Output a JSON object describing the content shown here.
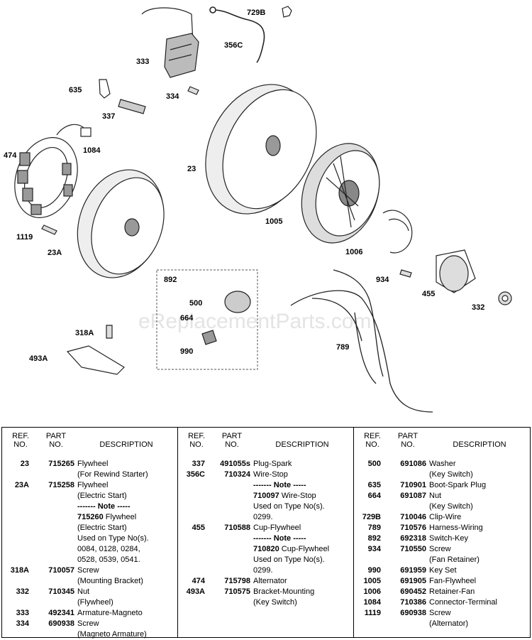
{
  "watermark": "eReplacementParts.com",
  "callouts": [
    {
      "id": "c729B",
      "label": "729B"
    },
    {
      "id": "c356C",
      "label": "356C"
    },
    {
      "id": "c333",
      "label": "333"
    },
    {
      "id": "c334",
      "label": "334"
    },
    {
      "id": "c635",
      "label": "635"
    },
    {
      "id": "c337",
      "label": "337"
    },
    {
      "id": "c474",
      "label": "474"
    },
    {
      "id": "c1084",
      "label": "1084"
    },
    {
      "id": "c23",
      "label": "23"
    },
    {
      "id": "c1005",
      "label": "1005"
    },
    {
      "id": "c1006",
      "label": "1006"
    },
    {
      "id": "c934",
      "label": "934"
    },
    {
      "id": "c455",
      "label": "455"
    },
    {
      "id": "c332",
      "label": "332"
    },
    {
      "id": "c1119",
      "label": "1119"
    },
    {
      "id": "c23A",
      "label": "23A"
    },
    {
      "id": "c892",
      "label": "892"
    },
    {
      "id": "c500",
      "label": "500"
    },
    {
      "id": "c664",
      "label": "664"
    },
    {
      "id": "c990",
      "label": "990"
    },
    {
      "id": "c318A",
      "label": "318A"
    },
    {
      "id": "c493A",
      "label": "493A"
    },
    {
      "id": "c789",
      "label": "789"
    }
  ],
  "table": {
    "headers": {
      "ref": [
        "REF.",
        "NO."
      ],
      "part": [
        "PART",
        "NO."
      ],
      "description": "DESCRIPTION"
    },
    "columns": [
      [
        {
          "ref": "23",
          "part": "715265",
          "desc": "Flywheel"
        },
        {
          "desc": "(For Rewind Starter)"
        },
        {
          "ref": "23A",
          "part": "715258",
          "desc": "Flywheel"
        },
        {
          "desc": "(Electric Start)"
        },
        {
          "note": "------- Note -----"
        },
        {
          "part2": "715260",
          "desc": "Flywheel"
        },
        {
          "desc": "(Electric Start)"
        },
        {
          "desc": "Used on Type No(s)."
        },
        {
          "desc": "0084, 0128, 0284,"
        },
        {
          "desc": "0528, 0539, 0541."
        },
        {
          "ref": "318A",
          "part": "710057",
          "desc": "Screw"
        },
        {
          "desc": "(Mounting Bracket)"
        },
        {
          "ref": "332",
          "part": "710345",
          "desc": "Nut"
        },
        {
          "desc": "(Flywheel)"
        },
        {
          "ref": "333",
          "part": "492341",
          "desc": "Armature-Magneto"
        },
        {
          "ref": "334",
          "part": "690938",
          "desc": "Screw"
        },
        {
          "desc": "(Magneto Armature)"
        }
      ],
      [
        {
          "ref": "337",
          "part": "491055s",
          "desc": "Plug-Spark"
        },
        {
          "ref": "356C",
          "part": "710324",
          "desc": "Wire-Stop"
        },
        {
          "note": "------- Note -----"
        },
        {
          "part2": "710097",
          "desc": "Wire-Stop"
        },
        {
          "desc": "Used on Type No(s)."
        },
        {
          "desc": "0299."
        },
        {
          "ref": "455",
          "part": "710588",
          "desc": "Cup-Flywheel"
        },
        {
          "note": "------- Note -----"
        },
        {
          "part2": "710820",
          "desc": "Cup-Flywheel"
        },
        {
          "desc": "Used on Type No(s)."
        },
        {
          "desc": "0299."
        },
        {
          "ref": "474",
          "part": "715798",
          "desc": "Alternator"
        },
        {
          "ref": "493A",
          "part": "710575",
          "desc": "Bracket-Mounting"
        },
        {
          "desc": "(Key Switch)"
        }
      ],
      [
        {
          "ref": "500",
          "part": "691086",
          "desc": "Washer"
        },
        {
          "desc": "(Key Switch)"
        },
        {
          "ref": "635",
          "part": "710901",
          "desc": "Boot-Spark Plug"
        },
        {
          "ref": "664",
          "part": "691087",
          "desc": "Nut"
        },
        {
          "desc": "(Key Switch)"
        },
        {
          "ref": "729B",
          "part": "710046",
          "desc": "Clip-Wire"
        },
        {
          "ref": "789",
          "part": "710576",
          "desc": "Harness-Wiring"
        },
        {
          "ref": "892",
          "part": "692318",
          "desc": "Switch-Key"
        },
        {
          "ref": "934",
          "part": "710550",
          "desc": "Screw"
        },
        {
          "desc": "(Fan Retainer)"
        },
        {
          "ref": "990",
          "part": "691959",
          "desc": "Key Set"
        },
        {
          "ref": "1005",
          "part": "691905",
          "desc": "Fan-Flywheel"
        },
        {
          "ref": "1006",
          "part": "690452",
          "desc": "Retainer-Fan"
        },
        {
          "ref": "1084",
          "part": "710386",
          "desc": "Connector-Terminal"
        },
        {
          "ref": "1119",
          "part": "690938",
          "desc": "Screw"
        },
        {
          "desc": "(Alternator)"
        }
      ]
    ]
  }
}
